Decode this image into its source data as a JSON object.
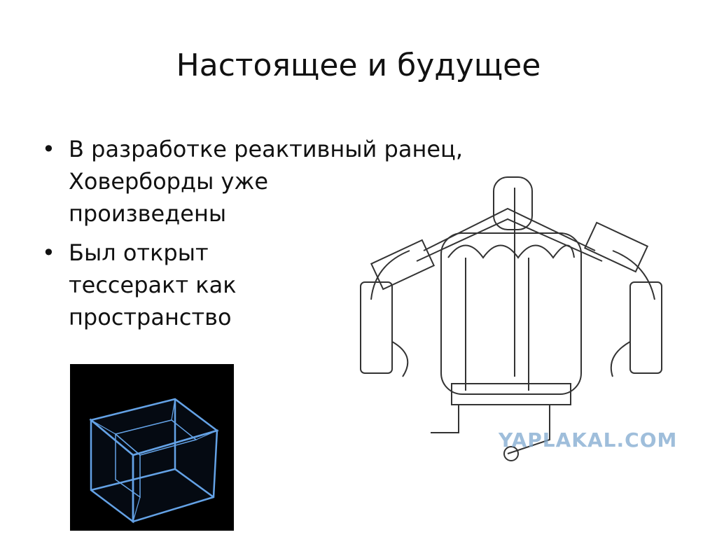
{
  "slide": {
    "title": "Настоящее и будущее",
    "bullets": [
      {
        "lines": [
          "В разработке реактивный ранец,",
          "Ховерборды уже",
          "произведены"
        ]
      },
      {
        "lines": [
          "Был открыт",
          "тессеракт как",
          "пространство"
        ]
      }
    ],
    "bullet_glyph": "•"
  },
  "images": {
    "tesseract": {
      "icon": "tesseract-image"
    },
    "jetpack_diagram": {
      "icon": "jetpack-patent-diagram",
      "watermark": "YAPLAKAL.COM"
    }
  }
}
